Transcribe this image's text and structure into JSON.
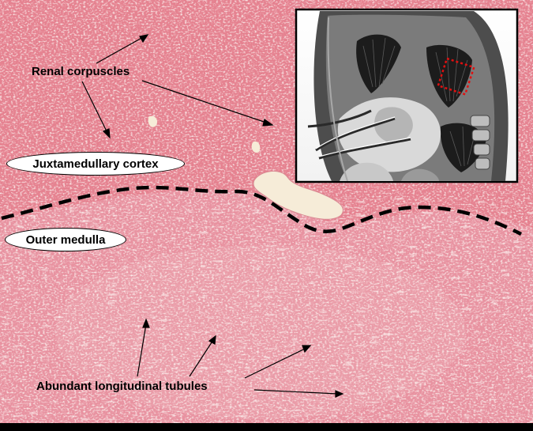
{
  "annotations": {
    "renal_corpuscles": "Renal corpuscles",
    "juxtamedullary_cortex": "Juxtamedullary cortex",
    "outer_medulla": "Outer medulla",
    "abundant_tubules": "Abundant longitudinal tubules"
  },
  "colors": {
    "tissue_base": "#e5818f",
    "tissue_medulla": "#e99aa6",
    "lumen": "#f8ece0",
    "boundary_dash": "#000000",
    "inset_border": "#000000",
    "inset_region_marker": "#e01010"
  },
  "icons": {
    "inset": "kidney-schematic-grayscale"
  }
}
